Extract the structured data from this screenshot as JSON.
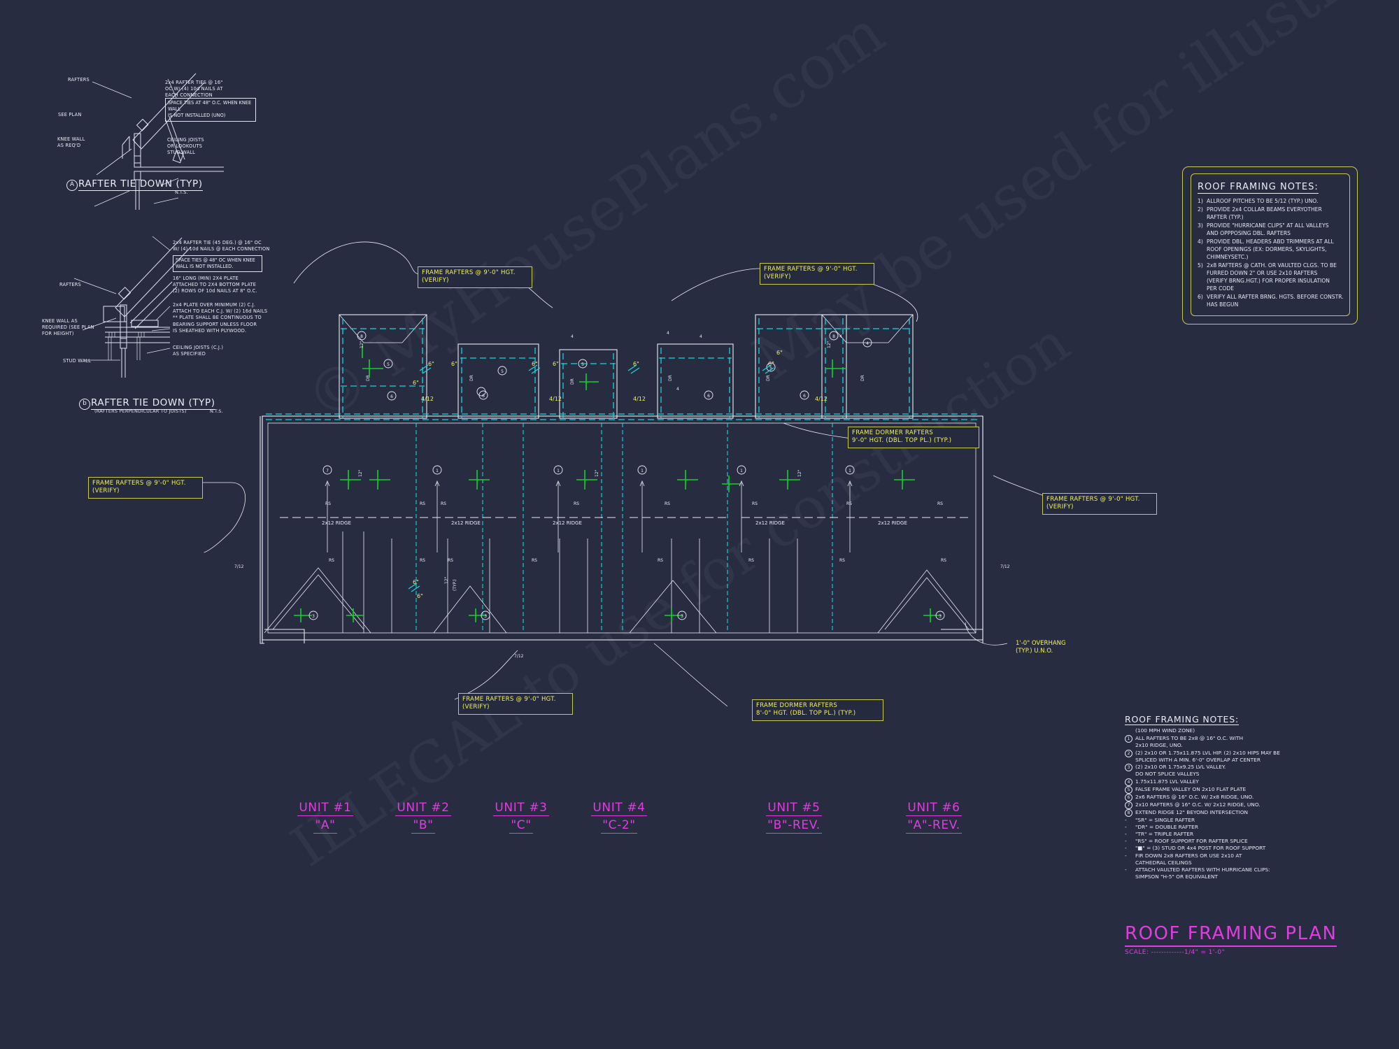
{
  "sheet": {
    "background_color": "#282c41",
    "line_color": "#e9ecf3",
    "accent_cyan": "#19d3e0",
    "accent_green": "#12d12a",
    "accent_yellow": "#f3f35a",
    "accent_magenta": "#e03ce0"
  },
  "watermark": {
    "line1": "© MyHousePlans.com",
    "line2": "ILLEGAL to use for construction",
    "line3": "May be used for illustrations"
  },
  "title_block": {
    "title": "ROOF FRAMING PLAN",
    "scale_label": "SCALE:",
    "scale_dots": " -------------",
    "scale_value": "1/4\" = 1'-0\""
  },
  "details": [
    {
      "bubble": "A",
      "name": "RAFTER TIE DOWN (TYP)",
      "subtitle": "",
      "nts": "N.T.S.",
      "labels": [
        {
          "id": "rafters",
          "text": "RAFTERS"
        },
        {
          "id": "see-plan",
          "text": "SEE PLAN"
        },
        {
          "id": "knee-wall",
          "text": "KNEE WALL\nAS REQ'D"
        },
        {
          "id": "rafter-ties",
          "text": "2x4 RAFTER TIES @ 16\"\nOC W/ (4) 10d NAILS AT\nEACH CONNECTION"
        },
        {
          "id": "ceiling-joists",
          "text": "CEILING JOISTS\nOR LOOKOUTS"
        },
        {
          "id": "stud-wall",
          "text": "STUD WALL"
        }
      ],
      "boxed_note": "SPACE TIES AT 48\" O.C. WHEN KNEE WALL\nIS NOT INSTALLED (UNO)"
    },
    {
      "bubble": "b",
      "name": "RAFTER TIE DOWN (TYP)",
      "subtitle": "(RAFTERS PERPENDICULAR TO JOISTS)",
      "nts": "N.T.S.",
      "labels": [
        {
          "id": "rafters",
          "text": "RAFTERS"
        },
        {
          "id": "knee-wall",
          "text": "KNEE WALL AS\nREQUIRED (SEE PLAN\nFOR HEIGHT)"
        },
        {
          "id": "stud-wall",
          "text": "STUD WALL"
        },
        {
          "id": "rafter-tie-45",
          "text": "2x4 RAFTER TIE (45 DEG.) @ 16\" OC\nW/ (4) 10d NAILS @ EACH CONNECTION"
        },
        {
          "id": "plate-16",
          "text": "16\" LONG (MIN) 2X4 PLATE\nATTACHED TO 2X4 BOTTOM PLATE\n(2) ROWS OF 10d NAILS AT 8\" O.C."
        },
        {
          "id": "plate-over-cj",
          "text": "2x4 PLATE OVER MINIMUM (2) C.J.\nATTACH TO EACH C.J. W/ (2) 16d NAILS\n** PLATE SHALL BE CONTINUOUS TO\nBEARING SUPPORT UNLESS FLOOR\nIS SHEATHED WITH PLYWOOD."
        },
        {
          "id": "ceiling-joists",
          "text": "CEILING JOISTS (C.J.)\nAS SPECIFIED"
        }
      ],
      "boxed_note": "SPACE TIES @ 48\" OC WHEN KNEE\nWALL IS NOT INSTALLED."
    }
  ],
  "notes_box_top": {
    "title": "ROOF FRAMING NOTES:",
    "items": [
      {
        "num": "1)",
        "text": "ALLROOF PITCHES TO BE  5/12 (TYP.) UNO."
      },
      {
        "num": "2)",
        "text": "PROVIDE 2x4 COLLAR BEAMS EVERYOTHER\nRAFTER (TYP.)"
      },
      {
        "num": "3)",
        "text": "PROVIDE \"HURRICANE CLIPS\" AT ALL VALLEYS\nAND OPPPOSING DBL. RAFTERS"
      },
      {
        "num": "4)",
        "text": "PROVIDE DBL. HEADERS ABD TRIMMERS AT ALL\nROOF OPENINGS (EX: DORMERS, SKYLIGHTS,\nCHIMNEYSETC.)"
      },
      {
        "num": "5)",
        "text": "2x8 RAFTERS @ CATH. OR VAULTED CLGS. TO BE\nFURRED DOWN 2\" OR USE 2x10 RAFTERS\n(VERIFY BRNG.HGT.) FOR PROPER INSULATION\nPER CODE"
      },
      {
        "num": "6)",
        "text": "VERIFY ALL RAFTER BRNG. HGTS. BEFORE CONSTR.\nHAS BEGUN"
      }
    ]
  },
  "notes_box_bottom": {
    "title": "ROOF FRAMING NOTES:",
    "subtitle": "(100 MPH WIND ZONE)",
    "numbered": [
      {
        "num": "1",
        "text": "ALL RAFTERS TO BE 2x8 @ 16\" O.C. WITH\n2x10 RIDGE, UNO."
      },
      {
        "num": "2",
        "text": "(2) 2x10 OR 1.75x11.875 LVL HIP. (2) 2x10 HIPS MAY BE\nSPLICED WITH A MIN. 6'-0\" OVERLAP AT CENTER"
      },
      {
        "num": "3",
        "text": "(2) 2x10 OR 1.75x9.25 LVL VALLEY.\nDO NOT SPLICE VALLEYS"
      },
      {
        "num": "4",
        "text": "1.75x11.875 LVL VALLEY"
      },
      {
        "num": "5",
        "text": "FALSE FRAME VALLEY ON 2x10 FLAT PLATE"
      },
      {
        "num": "6",
        "text": "2x6 RAFTERS @ 16\" O.C. W/ 2x8 RIDGE, UNO."
      },
      {
        "num": "7",
        "text": "2x10 RAFTERS @ 16\" O.C. W/ 2x12 RIDGE, UNO."
      },
      {
        "num": "8",
        "text": "EXTEND RIDGE 12\" BEYOND INTERSECTION"
      }
    ],
    "bullets": [
      {
        "key": "\"SR\"",
        "sep": "=",
        "text": "SINGLE RAFTER"
      },
      {
        "key": "\"DR\"",
        "sep": "=",
        "text": "DOUBLE RAFTER"
      },
      {
        "key": "\"TR\"",
        "sep": "=",
        "text": "TRIPLE RAFTER"
      },
      {
        "key": "\"RS\"",
        "sep": "=",
        "text": "ROOF SUPPORT FOR RAFTER SPLICE"
      },
      {
        "key": "\"■\"",
        "sep": "=",
        "text": "(3) STUD OR 4x4 POST FOR ROOF SUPPORT"
      }
    ],
    "trailing": [
      "FIR DOWN 2x8 RAFTERS OR USE 2x10 AT\nCATHEDRAL CEILINGS",
      "ATTACH VAULTED RAFTERS WITH HURRICANE CLIPS:\nSIMPSON \"H-5\" OR EQUIVALENT"
    ]
  },
  "callouts": [
    {
      "id": "co-top-left",
      "text": "FRAME RAFTERS @ 9'-0\" HGT.\n(VERIFY)"
    },
    {
      "id": "co-top-right",
      "text": "FRAME RAFTERS @ 9'-0\" HGT.\n(VERIFY)"
    },
    {
      "id": "co-left",
      "text": "FRAME RAFTERS @ 9'-0\" HGT.\n(VERIFY)"
    },
    {
      "id": "co-right",
      "text": "FRAME RAFTERS @ 9'-0\" HGT.\n(VERIFY)"
    },
    {
      "id": "co-bottom",
      "text": "FRAME RAFTERS @ 9'-0\" HGT.\n(VERIFY)"
    },
    {
      "id": "co-dormer-right",
      "text": "FRAME DORMER RAFTERS\n9'-0\" HGT. (DBL. TOP PL.) (TYP.)"
    },
    {
      "id": "co-dormer-bottom",
      "text": "FRAME DORMER RAFTERS\n8'-0\" HGT. (DBL. TOP PL.) (TYP.)"
    }
  ],
  "plain_notes": [
    {
      "id": "overhang-note",
      "text": "1'-0\" OVERHANG\n(TYP.) U.N.O."
    }
  ],
  "units": [
    {
      "number": "UNIT #1",
      "plan": "\"A\""
    },
    {
      "number": "UNIT #2",
      "plan": "\"B\""
    },
    {
      "number": "UNIT #3",
      "plan": "\"C\""
    },
    {
      "number": "UNIT #4",
      "plan": "\"C-2\""
    },
    {
      "number": "UNIT #5",
      "plan": "\"B\"-REV."
    },
    {
      "number": "UNIT #6",
      "plan": "\"A\"-REV."
    }
  ],
  "plan_annotations": {
    "ridge_labels": [
      "2x12 RIDGE",
      "2x12 RIDGE",
      "2x12 RIDGE",
      "2x12 RIDGE",
      "2x12 RIDGE"
    ],
    "rs_marks": "RS",
    "dr_marks": "DR",
    "pitch_marks": [
      "4/12",
      "4/12",
      "4/12",
      "4/12",
      "7/12",
      "7/12"
    ],
    "height_marks": [
      "6\"",
      "6\"",
      "6\"",
      "6\"",
      "6\"",
      "6\"",
      "6\"",
      "6\"",
      "6\"",
      "6\""
    ],
    "dim_marks": [
      "12\"",
      "12\"",
      "12\" (TYP.)"
    ],
    "circle_numbers": [
      "1",
      "3",
      "4",
      "5",
      "6",
      "7",
      "8"
    ]
  }
}
